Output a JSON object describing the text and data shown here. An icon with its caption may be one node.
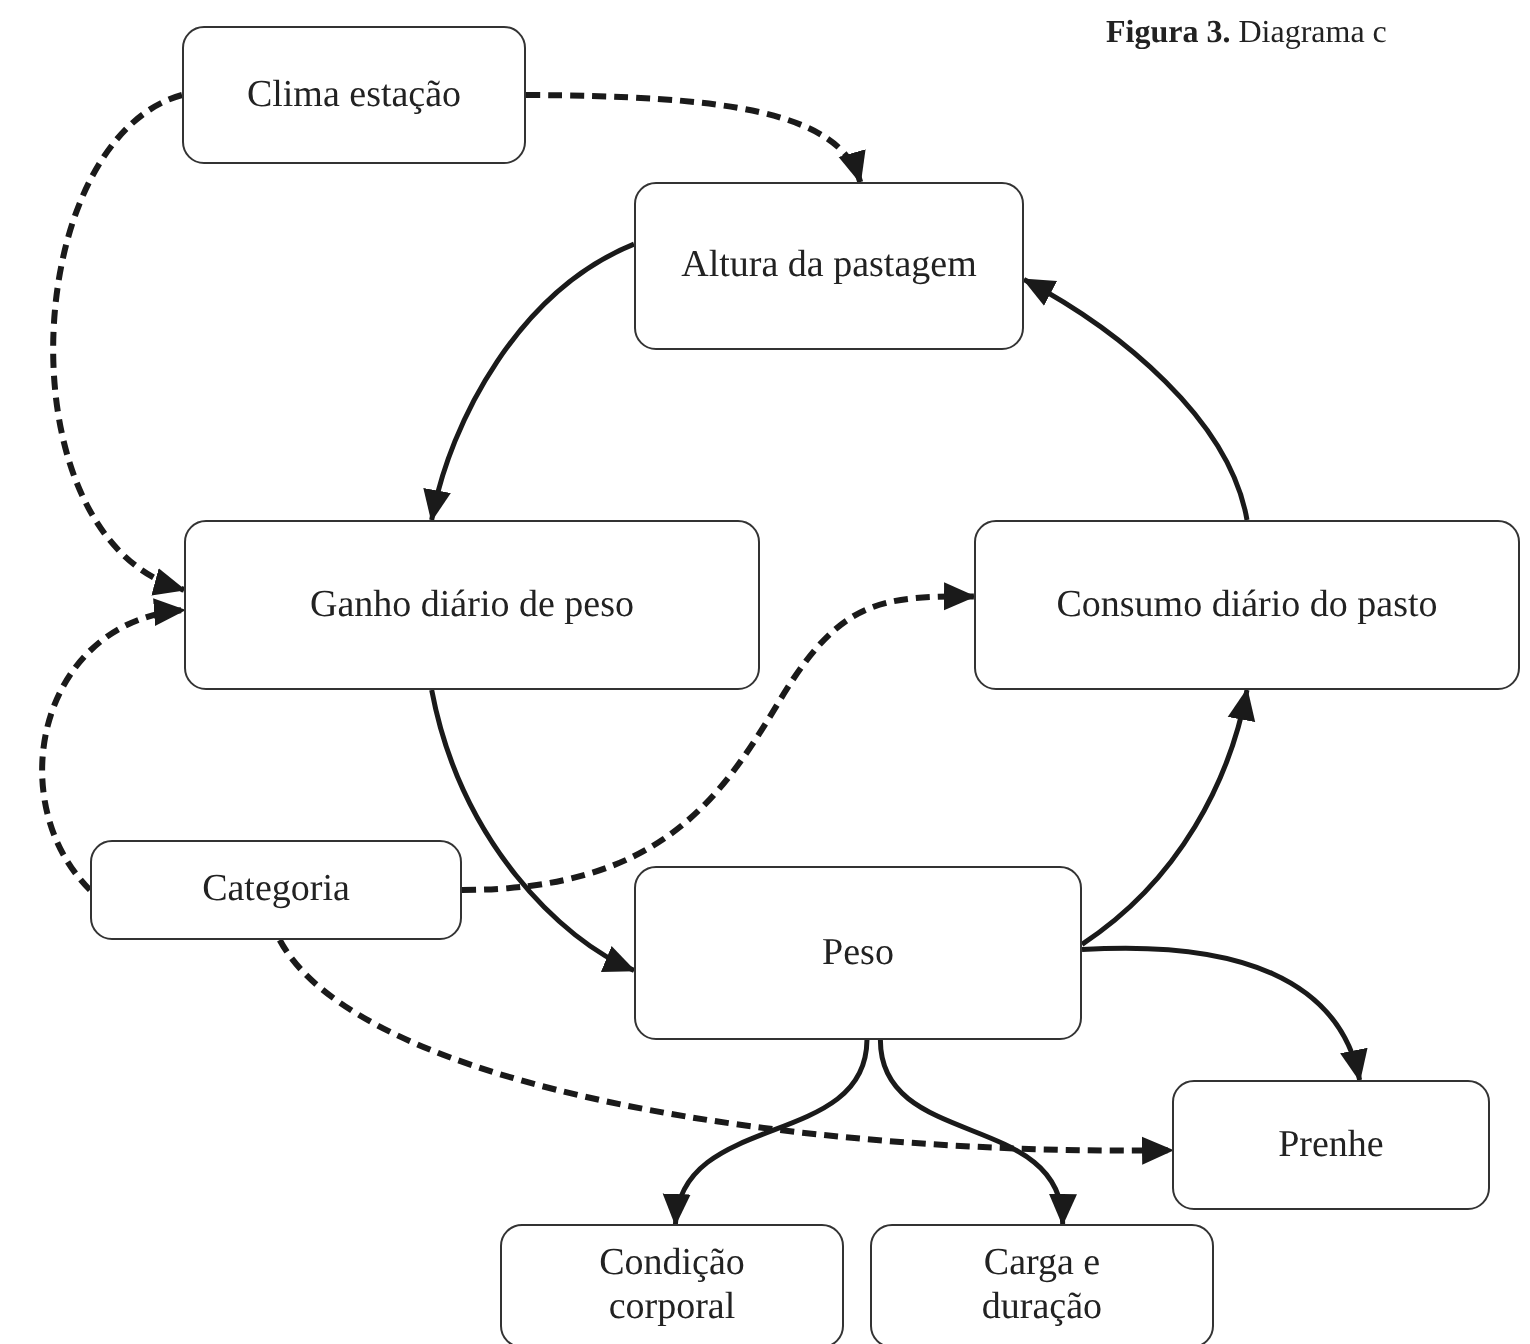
{
  "diagram": {
    "title": "**Figura 3.** Diagrama c",
    "nodes": [
      {
        "text": [
          "Clima estação"
        ]
      },
      {
        "text": [
          "Altura da pastagem"
        ]
      },
      {
        "text": [
          "Ganho diário de peso"
        ]
      },
      {
        "text": [
          "Consumo diário do pasto"
        ]
      },
      {
        "text": [
          "Categoria"
        ]
      },
      {
        "text": [
          "Peso"
        ]
      },
      {
        "text": [
          "Prenhe"
        ]
      },
      {
        "text": [
          "Condição corporal"
        ]
      },
      {
        "text": [
          "Carga e duração"
        ]
      }
    ],
    "edges": [
      {
        "from": 0,
        "to": 1,
        "arrow": "to",
        "style": "dashed"
      },
      {
        "from": 0,
        "to": 2,
        "arrow": "to",
        "style": "dashed"
      },
      {
        "from": 1,
        "to": 2,
        "arrow": "to"
      },
      {
        "from": 2,
        "to": 5,
        "arrow": "to"
      },
      {
        "from": 5,
        "to": 3,
        "arrow": "to"
      },
      {
        "from": 3,
        "to": 1,
        "arrow": "to"
      },
      {
        "from": 4,
        "to": 2,
        "arrow": "to",
        "style": "dashed"
      },
      {
        "from": 4,
        "to": 3,
        "arrow": "to",
        "style": "dashed"
      },
      {
        "from": 4,
        "to": 6,
        "arrow": "to",
        "style": "dashed"
      },
      {
        "from": 5,
        "to": 6,
        "arrow": "to"
      },
      {
        "from": 5,
        "to": 7,
        "arrow": "to"
      },
      {
        "from": 5,
        "to": 8,
        "arrow": "to"
      }
    ]
  }
}
